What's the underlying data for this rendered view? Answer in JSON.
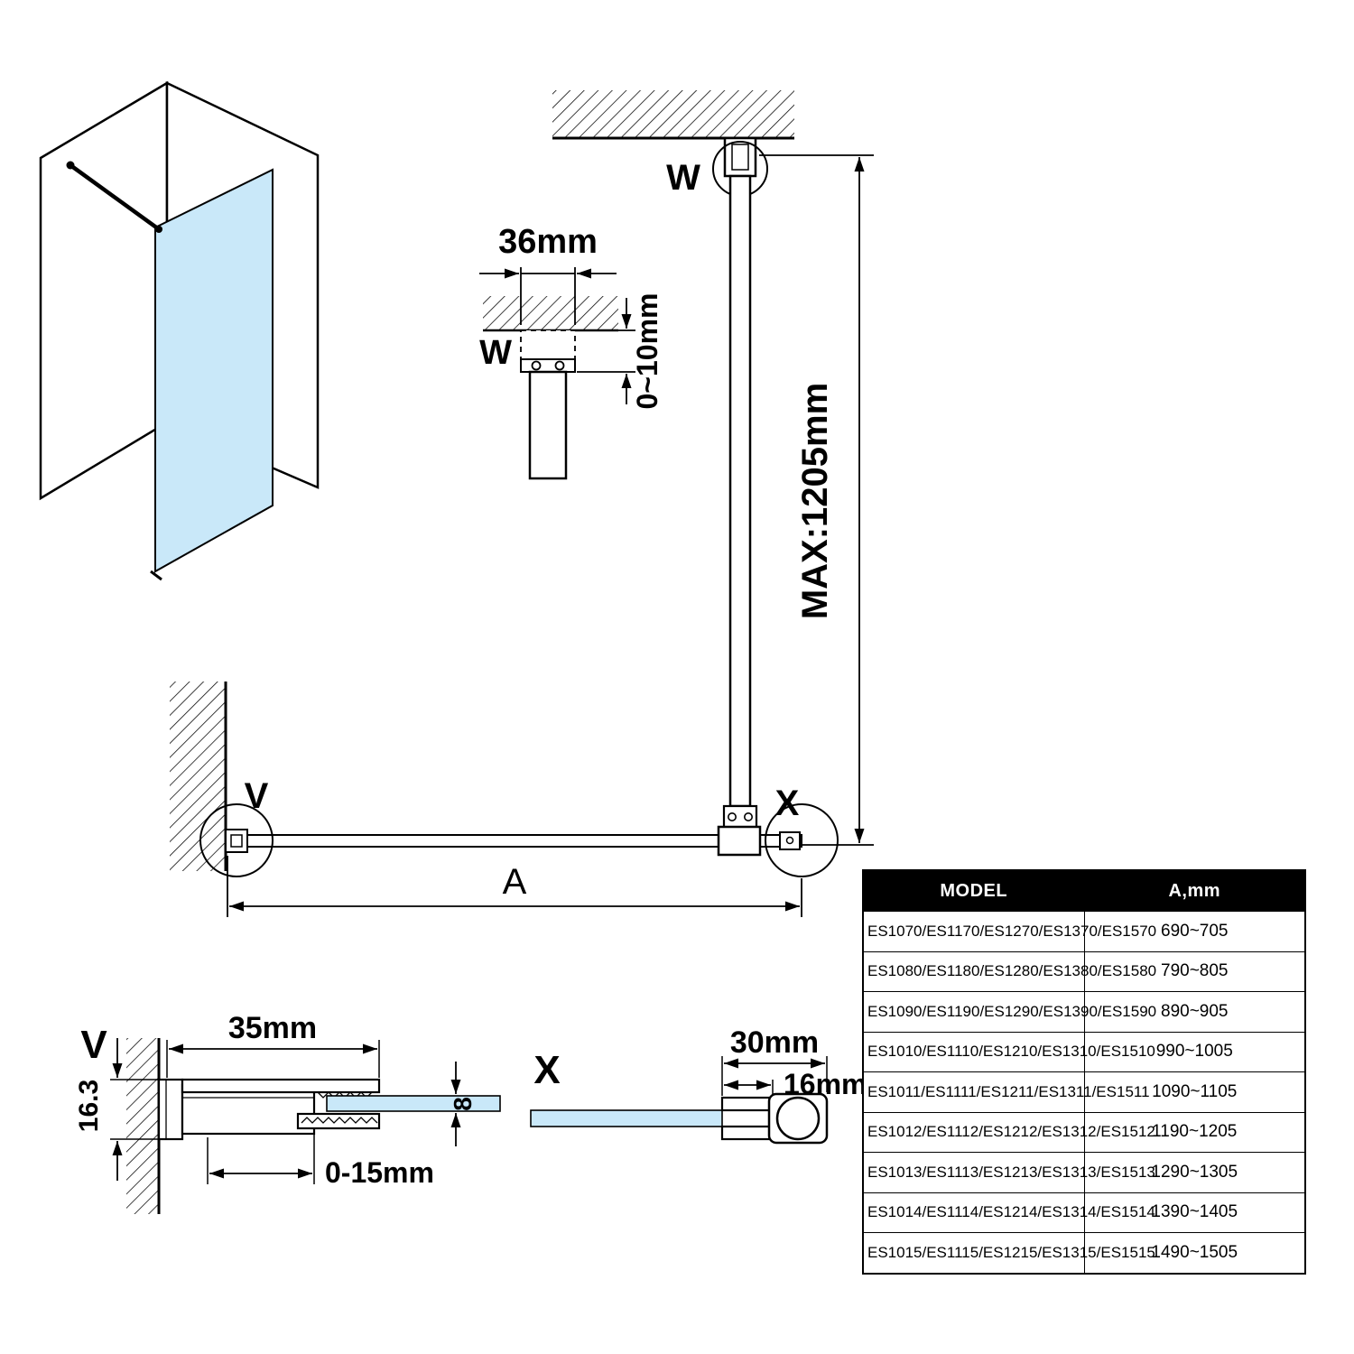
{
  "colors": {
    "glass": "#c9e8f9",
    "line": "#000000",
    "table_header_bg": "#000000",
    "table_header_text": "#ffffff"
  },
  "labels": {
    "detail_w": "W",
    "detail_w_dim_width": "36mm",
    "detail_w_dim_gap": "0~10mm",
    "assembly_w": "W",
    "assembly_x": "X",
    "assembly_max": "MAX:1205mm",
    "plan_v": "V",
    "plan_a": "A",
    "detail_v": "V",
    "detail_v_height": "16.3",
    "detail_v_width": "35mm",
    "detail_v_adjust": "0-15mm",
    "detail_v_glass_thickness": "8",
    "detail_x": "X",
    "detail_x_tube": "30mm",
    "detail_x_depth": "16mm"
  },
  "table": {
    "header": {
      "model": "MODEL",
      "a": "A,mm"
    },
    "rows": [
      {
        "model": "ES1070/ES1170/ES1270/ES1370/ES1570",
        "a": "690~705"
      },
      {
        "model": "ES1080/ES1180/ES1280/ES1380/ES1580",
        "a": "790~805"
      },
      {
        "model": "ES1090/ES1190/ES1290/ES1390/ES1590",
        "a": "890~905"
      },
      {
        "model": "ES1010/ES1110/ES1210/ES1310/ES1510",
        "a": "990~1005"
      },
      {
        "model": "ES1011/ES1111/ES1211/ES1311/ES1511",
        "a": "1090~1105"
      },
      {
        "model": "ES1012/ES1112/ES1212/ES1312/ES1512",
        "a": "1190~1205"
      },
      {
        "model": "ES1013/ES1113/ES1213/ES1313/ES1513",
        "a": "1290~1305"
      },
      {
        "model": "ES1014/ES1114/ES1214/ES1314/ES1514",
        "a": "1390~1405"
      },
      {
        "model": "ES1015/ES1115/ES1215/ES1315/ES1515",
        "a": "1490~1505"
      }
    ]
  }
}
